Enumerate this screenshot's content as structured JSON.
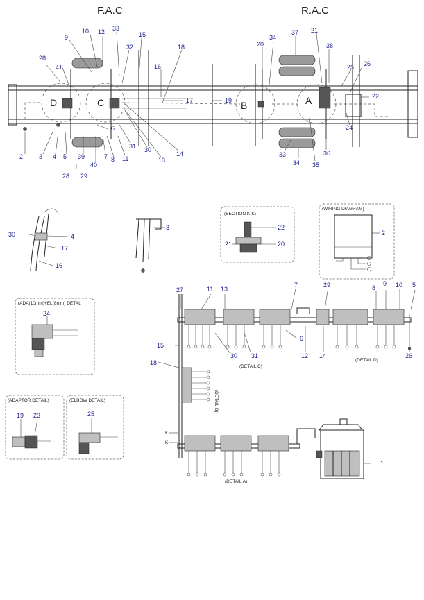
{
  "titles": {
    "front": "F.A.C",
    "rear": "R.A.C"
  },
  "axle_letters": [
    "D",
    "C",
    "B",
    "A"
  ],
  "detail_titles": {
    "section_kk": "(SECTION K-K)",
    "wiring": "(WIRING DIAGRAM)",
    "ada": "(ADA(10mm)+EL(8mm) DETAL",
    "adaptor": "(ADAPTOR DETAIL)",
    "elbow": "(ELBOW DETAIL)",
    "detail_a": "(DETAIL A)",
    "detail_b": "(DETAIL B)",
    "detail_c": "(DETAIL C)",
    "detail_d": "(DETAIL D)"
  },
  "section_mark": "K",
  "callouts": {
    "c1": "10",
    "c2": "12",
    "c3": "33",
    "c4": "15",
    "c5": "9",
    "c6": "32",
    "c7": "18",
    "c8": "28",
    "c9": "16",
    "c10": "41",
    "c11": "17",
    "c12": "19",
    "c13": "2",
    "c14": "3",
    "c15": "4",
    "c16": "5",
    "c17": "39",
    "c18": "40",
    "c19": "7",
    "c20": "8",
    "c21": "11",
    "c22": "31",
    "c23": "30",
    "c24": "13",
    "c25": "14",
    "c26": "6",
    "c27": "28",
    "c28": "29",
    "c29": "34",
    "c30": "37",
    "c31": "21",
    "c32": "38",
    "c33": "20",
    "c34": "25",
    "c35": "26",
    "c36": "22",
    "c37": "24",
    "c38": "33",
    "c39": "34",
    "c40": "35",
    "c41": "36",
    "c42": "30",
    "c43": "4",
    "c44": "17",
    "c45": "16",
    "c46": "3",
    "c47": "22",
    "c48": "21",
    "c49": "20",
    "c50": "2",
    "c51": "24",
    "c52": "19",
    "c53": "23",
    "c54": "25",
    "c55": "27",
    "c56": "11",
    "c57": "13",
    "c58": "7",
    "c59": "29",
    "c60": "8",
    "c61": "9",
    "c62": "10",
    "c63": "5",
    "c64": "15",
    "c65": "6",
    "c66": "30",
    "c67": "31",
    "c68": "12",
    "c69": "14",
    "c70": "26",
    "c71": "18",
    "c72": "1"
  }
}
